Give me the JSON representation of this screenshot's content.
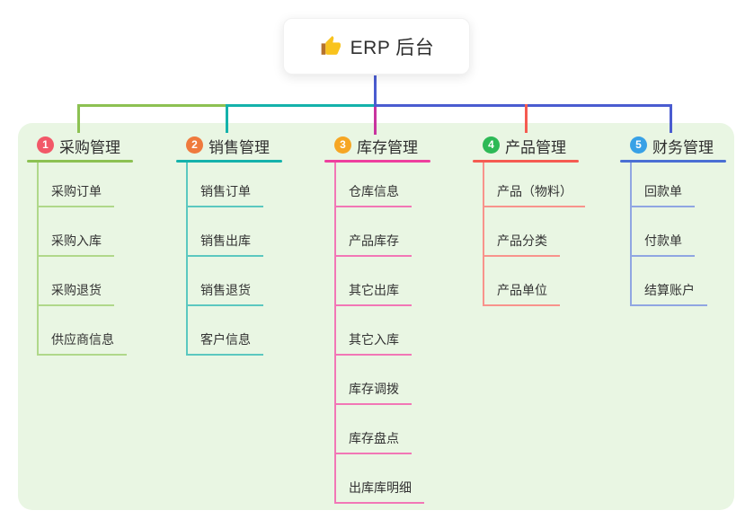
{
  "root": {
    "label": "ERP 后台",
    "icon": "thumbs-up-icon"
  },
  "branches": [
    {
      "num": "1",
      "title": "采购管理",
      "children": [
        "采购订单",
        "采购入库",
        "采购退货",
        "供应商信息"
      ]
    },
    {
      "num": "2",
      "title": "销售管理",
      "children": [
        "销售订单",
        "销售出库",
        "销售退货",
        "客户信息"
      ]
    },
    {
      "num": "3",
      "title": "库存管理",
      "children": [
        "仓库信息",
        "产品库存",
        "其它出库",
        "其它入库",
        "库存调拨",
        "库存盘点",
        "出库库明细"
      ]
    },
    {
      "num": "4",
      "title": "产品管理",
      "children": [
        "产品（物料）",
        "产品分类",
        "产品单位"
      ]
    },
    {
      "num": "5",
      "title": "财务管理",
      "children": [
        "回款单",
        "付款单",
        "结算账户"
      ]
    }
  ],
  "colors": {
    "panel_bg": "#e9f6e3",
    "trunk_blue": "#4a5cd0",
    "branch1_line": "#8cc152",
    "branch1_badge": "#f25868",
    "branch1_child_line": "#b0d88a",
    "branch2_line": "#14b2ab",
    "branch2_badge": "#ef7a3d",
    "branch2_child_line": "#5bc8c0",
    "branch3_line": "#ee3f9e",
    "branch3_badge": "#f6a623",
    "branch3_child_line": "#f277b6",
    "branch3_drop": "#c9349f",
    "branch4_line": "#f55b51",
    "branch4_badge": "#2db956",
    "branch4_child_line": "#f8938c",
    "branch5_line": "#4a6fd4",
    "branch5_badge": "#38a1e6",
    "branch5_child_line": "#90a6e2"
  }
}
